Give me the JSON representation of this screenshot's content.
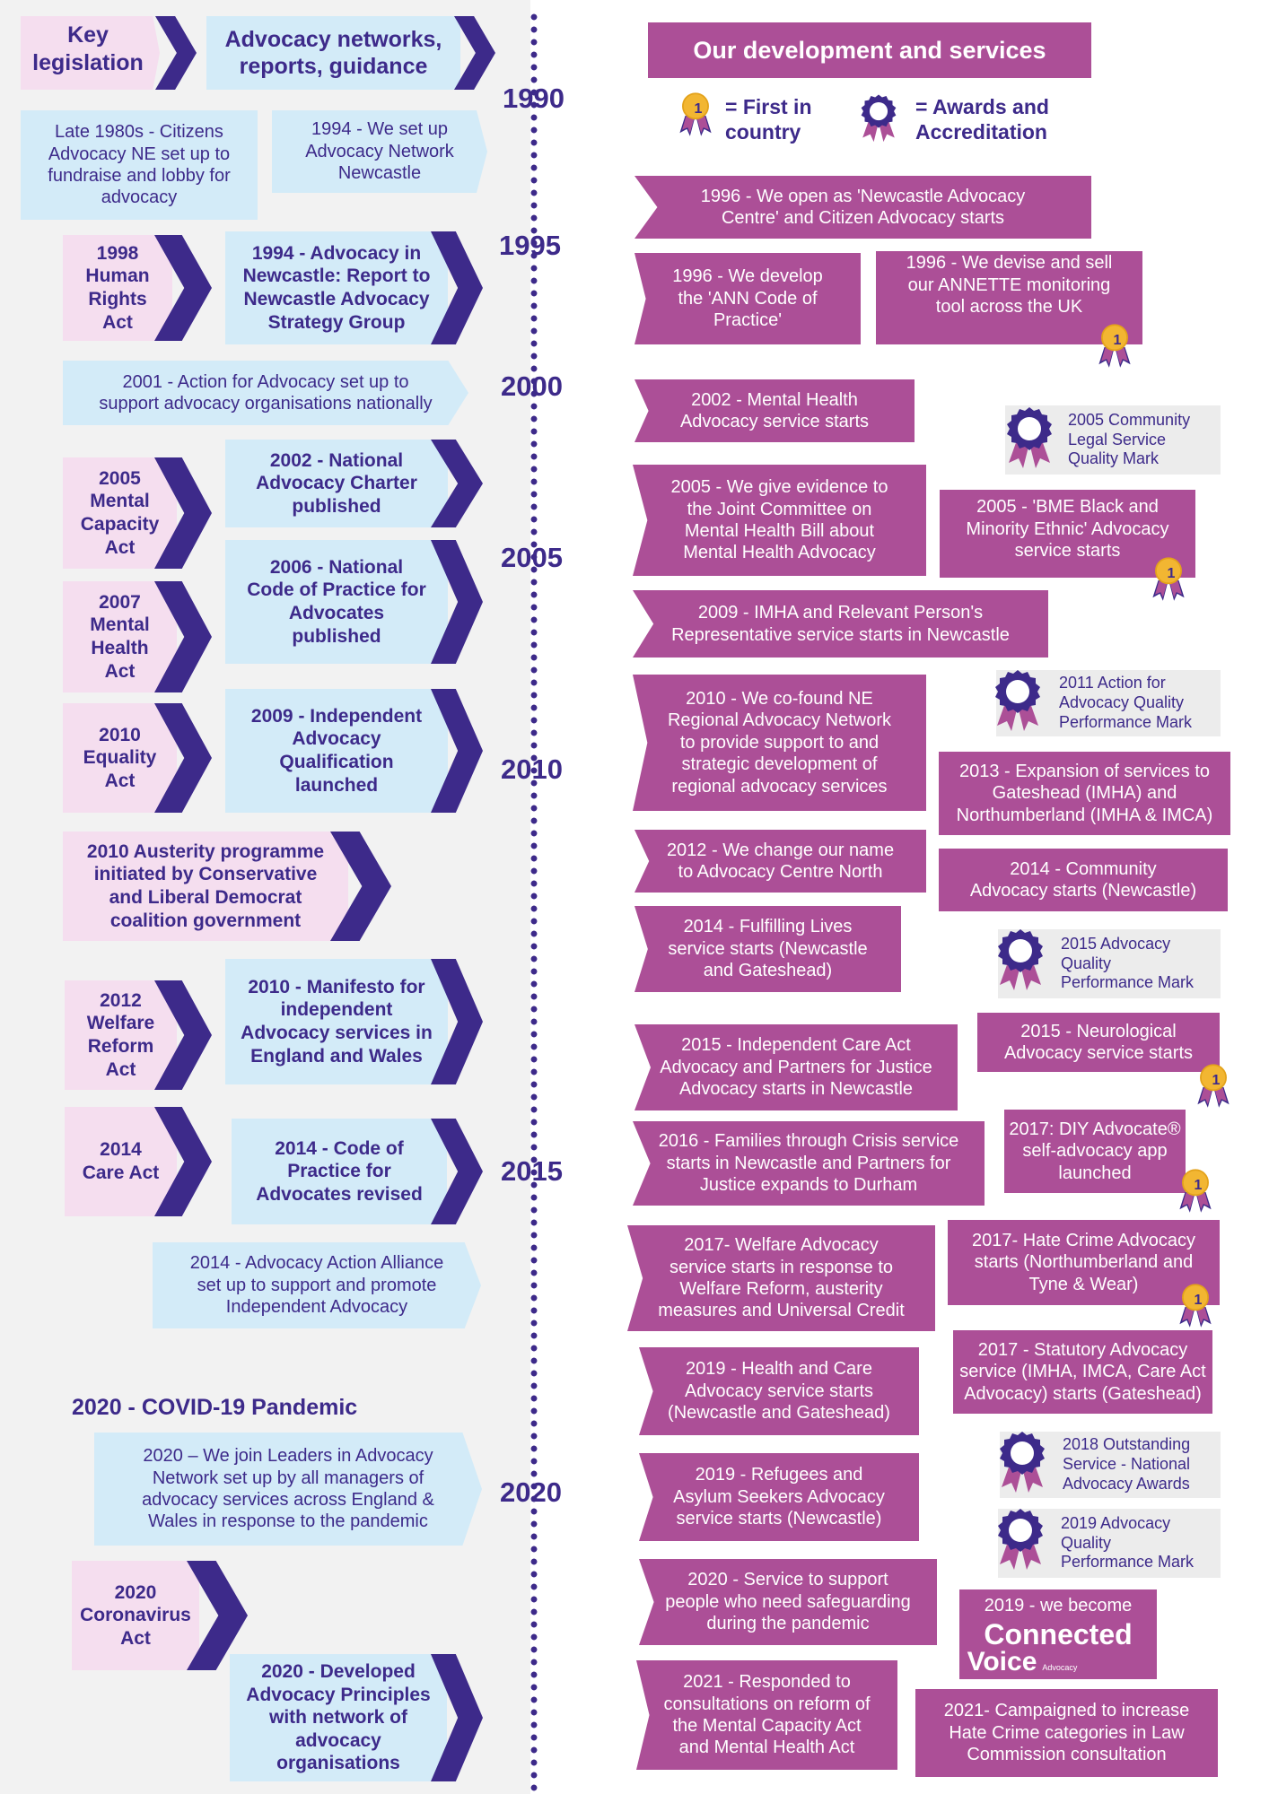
{
  "headers": {
    "key_legislation": "Key\nlegislation",
    "networks": "Advocacy networks,\nreports, guidance",
    "development": "Our development and services"
  },
  "legend": {
    "first": "= First in\ncountry",
    "awards": "= Awards and\nAccreditation",
    "medal_number": "1"
  },
  "years": [
    "1990",
    "1995",
    "2000",
    "2005",
    "2010",
    "2015",
    "2020"
  ],
  "legislation": [
    "1998\nHuman\nRights\nAct",
    "2005\nMental\nCapacity\nAct",
    "2007\nMental\nHealth\nAct",
    "2010\nEquality\nAct",
    "2010 Austerity programme\ninitiated by Conservative\nand Liberal Democrat\ncoalition government",
    "2012\nWelfare\nReform\nAct",
    "2014\nCare Act",
    "2020\nCoronavirus\nAct"
  ],
  "networks": [
    "Late 1980s - Citizens\nAdvocacy NE set up to\nfundraise and lobby for\nadvocacy",
    "1994 -  We set up\nAdvocacy Network\nNewcastle",
    "1994 - Advocacy in\nNewcastle: Report to\nNewcastle Advocacy\nStrategy Group",
    "2001 - Action for Advocacy set up to\nsupport advocacy organisations nationally",
    "2002 - National\nAdvocacy Charter\npublished",
    "2006 - National\nCode of Practice for\nAdvocates\npublished",
    "2009 - Independent\nAdvocacy\nQualification\nlaunched",
    "2010 - Manifesto for\nindependent\nAdvocacy services in\nEngland and Wales",
    "2014 - Code of\nPractice for\nAdvocates revised",
    "2014 - Advocacy Action Alliance\nset up to support and promote\nIndependent Advocacy",
    "2020 – We join Leaders in Advocacy\nNetwork set up by all managers of\nadvocacy services across England &\nWales in response to the pandemic",
    "2020 - Developed\nAdvocacy Principles\nwith network of\nadvocacy\norganisations"
  ],
  "covid_heading": "2020 - COVID-19 Pandemic",
  "services": [
    "1996 - We open as 'Newcastle Advocacy\nCentre' and Citizen Advocacy starts",
    "1996 - We develop\nthe  'ANN Code of\nPractice'",
    "1996 - We devise and sell\nour ANNETTE monitoring\ntool across the UK",
    "2002 - Mental Health\nAdvocacy service starts",
    "2005 - We give evidence to\nthe Joint Committee on\nMental Health Bill about\nMental Health Advocacy",
    "2005 - 'BME Black and\nMinority Ethnic' Advocacy\nservice  starts",
    "2009  - IMHA and Relevant Person's\nRepresentative service starts in Newcastle",
    "2010 - We co-found NE\nRegional Advocacy Network\nto provide support to and\nstrategic development of\nregional advocacy services",
    "2013 - Expansion of services to\nGateshead (IMHA) and\nNorthumberland (IMHA & IMCA)",
    "2012 - We change our name\nto Advocacy Centre North",
    "2014 - Community\nAdvocacy starts (Newcastle)",
    "2014 -  Fulfilling Lives\nservice starts (Newcastle\nand Gateshead)",
    "2015 - Independent Care Act\nAdvocacy and Partners for Justice\nAdvocacy starts in Newcastle",
    "2015 - Neurological\nAdvocacy service starts",
    "2016 - Families through Crisis service\nstarts in Newcastle and Partners for\nJustice expands to Durham",
    "2017: DIY Advocate®\nself-advocacy app\nlaunched",
    "2017- Welfare Advocacy\nservice starts in response to\nWelfare Reform, austerity\nmeasures and Universal Credit",
    "2017- Hate Crime Advocacy\nstarts (Northumberland and\nTyne & Wear)",
    "2017 - Statutory Advocacy\nservice (IMHA, IMCA, Care Act\nAdvocacy) starts (Gateshead)",
    "2019 -  Health and Care\nAdvocacy service starts\n(Newcastle and Gateshead)",
    "2019 - Refugees and\nAsylum Seekers Advocacy\nservice starts (Newcastle)",
    "2020 - Service to support\npeople who need safeguarding\nduring the pandemic",
    "2019 - we become",
    "2021 - Responded to\nconsultations on reform of\nthe Mental Capacity Act\nand Mental Health Act",
    "2021- Campaigned to increase\nHate Crime categories in Law\nCommission consultation"
  ],
  "brand": {
    "line1": "Connected",
    "line2": "Voice",
    "sub": "Advocacy"
  },
  "awards": [
    "2005 Community\nLegal Service\nQuality Mark",
    "2011 Action for\nAdvocacy Quality\nPerformance Mark",
    "2015 Advocacy\nQuality\nPerformance Mark",
    "2018 Outstanding\nService - National\nAdvocacy Awards",
    "2019 Advocacy\nQuality\nPerformance Mark"
  ],
  "colors": {
    "navy": "#3d2a8a",
    "magenta": "#ac4f97",
    "pink": "#f5deef",
    "blue": "#d3ebf8",
    "gold": "#f2b632"
  }
}
